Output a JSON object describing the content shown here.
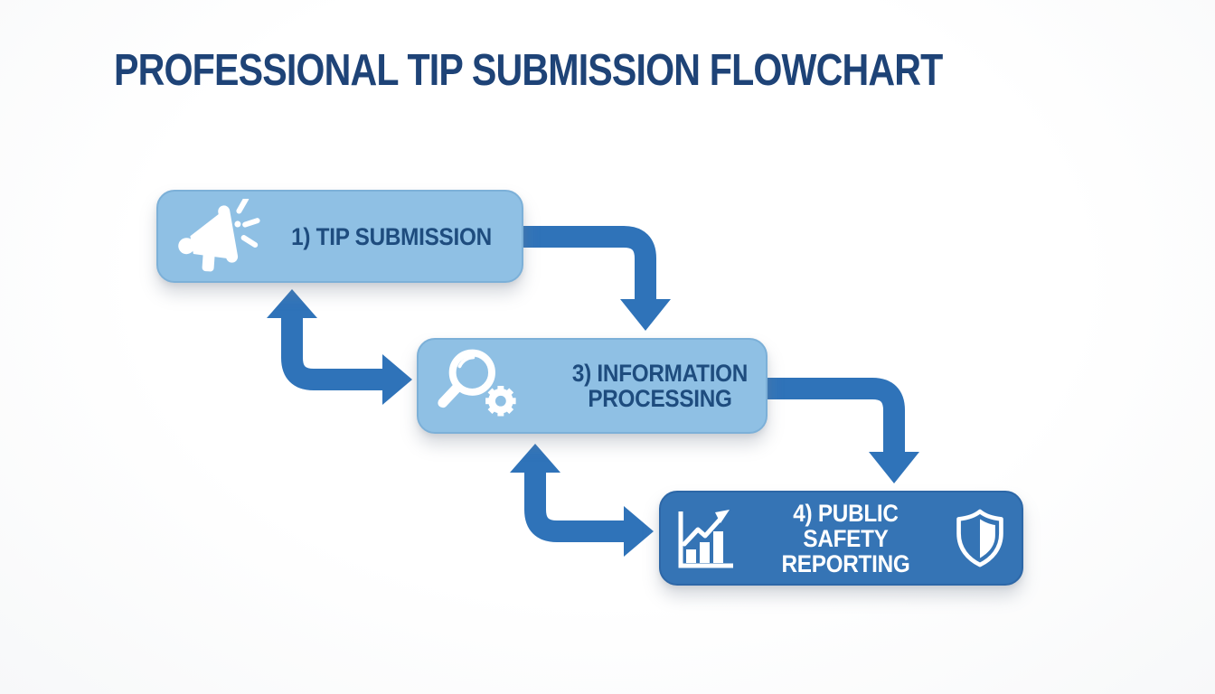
{
  "title": "PROFESSIONAL TIP SUBMISSION FLOWCHART",
  "nodes": [
    {
      "id": "tip-submission",
      "line1": "1) TIP SUBMISSION",
      "line2": "",
      "icons": [
        "megaphone-icon"
      ]
    },
    {
      "id": "information-processing",
      "line1": "3) INFORMATION",
      "line2": "PROCESSING",
      "icons": [
        "magnifier-gear-icon"
      ]
    },
    {
      "id": "public-safety-reporting",
      "line1": "4) PUBLIC SAFETY",
      "line2": "REPORTING",
      "icons": [
        "bar-chart-growth-icon",
        "shield-icon"
      ]
    }
  ],
  "connections": [
    {
      "from": "tip-submission",
      "to": "information-processing",
      "route": "right-then-down",
      "bidirectional": false
    },
    {
      "from": "information-processing",
      "to": "tip-submission",
      "route": "up-and-right-elbow",
      "bidirectional": true
    },
    {
      "from": "information-processing",
      "to": "public-safety-reporting",
      "route": "right-then-down",
      "bidirectional": false
    },
    {
      "from": "public-safety-reporting",
      "to": "information-processing",
      "route": "up-and-right-elbow",
      "bidirectional": true
    }
  ],
  "colors": {
    "title": "#1E4377",
    "node_light_fill": "#8FC0E4",
    "node_light_border": "#7CB0D8",
    "node_light_text": "#1E4C7E",
    "node_dark_fill": "#3574B5",
    "node_dark_border": "#2D67A7",
    "node_dark_text": "#FFFFFF",
    "arrow": "#2F73B9",
    "background": "#FCFCFD"
  }
}
